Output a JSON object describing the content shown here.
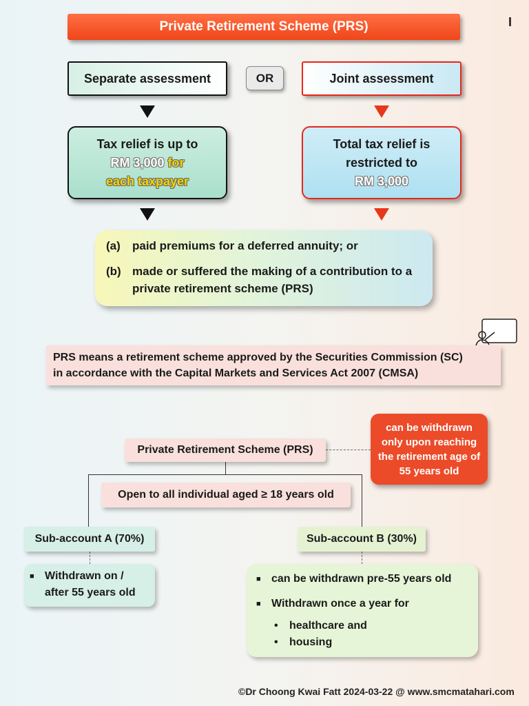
{
  "title": "Private Retirement Scheme (PRS)",
  "corner_mark": "I",
  "assessment": {
    "separate": "Separate assessment",
    "or": "OR",
    "joint": "Joint assessment"
  },
  "relief_separate": {
    "line1": "Tax relief is up to",
    "amount": "RM 3,000",
    "for": "for",
    "line3": "each taxpayer"
  },
  "relief_joint": {
    "line1": "Total tax relief is",
    "line2": "restricted to",
    "amount": "RM 3,000"
  },
  "conditions": [
    {
      "key": "(a)",
      "text": "paid premiums for a deferred annuity; or"
    },
    {
      "key": "(b)",
      "text": "made or suffered the making of a contribution to a private retirement scheme (PRS)"
    }
  ],
  "definition": {
    "line1": "PRS means a retirement scheme approved by the Securities Commission (SC)",
    "line2": "in accordance with the Capital Markets and Services Act 2007 (CMSA)"
  },
  "scheme": {
    "prs_label": "Private Retirement Scheme (PRS)",
    "withdraw_note": "can be withdrawn only upon reaching the retirement age of 55 years old",
    "open_to": "Open to all individual aged ≥ 18 years old",
    "sub_a": {
      "label": "Sub-account A (70%)",
      "bullet_mark": "■",
      "items": [
        "Withdrawn on / after 55 years old"
      ]
    },
    "sub_b": {
      "label": "Sub-account B (30%)",
      "bullet_mark": "■",
      "items": [
        "can be withdrawn pre-55 years old",
        "Withdrawn once a year for"
      ],
      "sub_mark": "•",
      "sub_items": [
        "healthcare and",
        "housing"
      ]
    }
  },
  "footer": "©Dr Choong  Kwai Fatt 2024-03-22 @ www.smcmatahari.com",
  "colors": {
    "title_bg": "#f0451a",
    "joint_border": "#e8261b",
    "note_bg": "#ec4b29",
    "amount_gold": "#f3d400"
  }
}
